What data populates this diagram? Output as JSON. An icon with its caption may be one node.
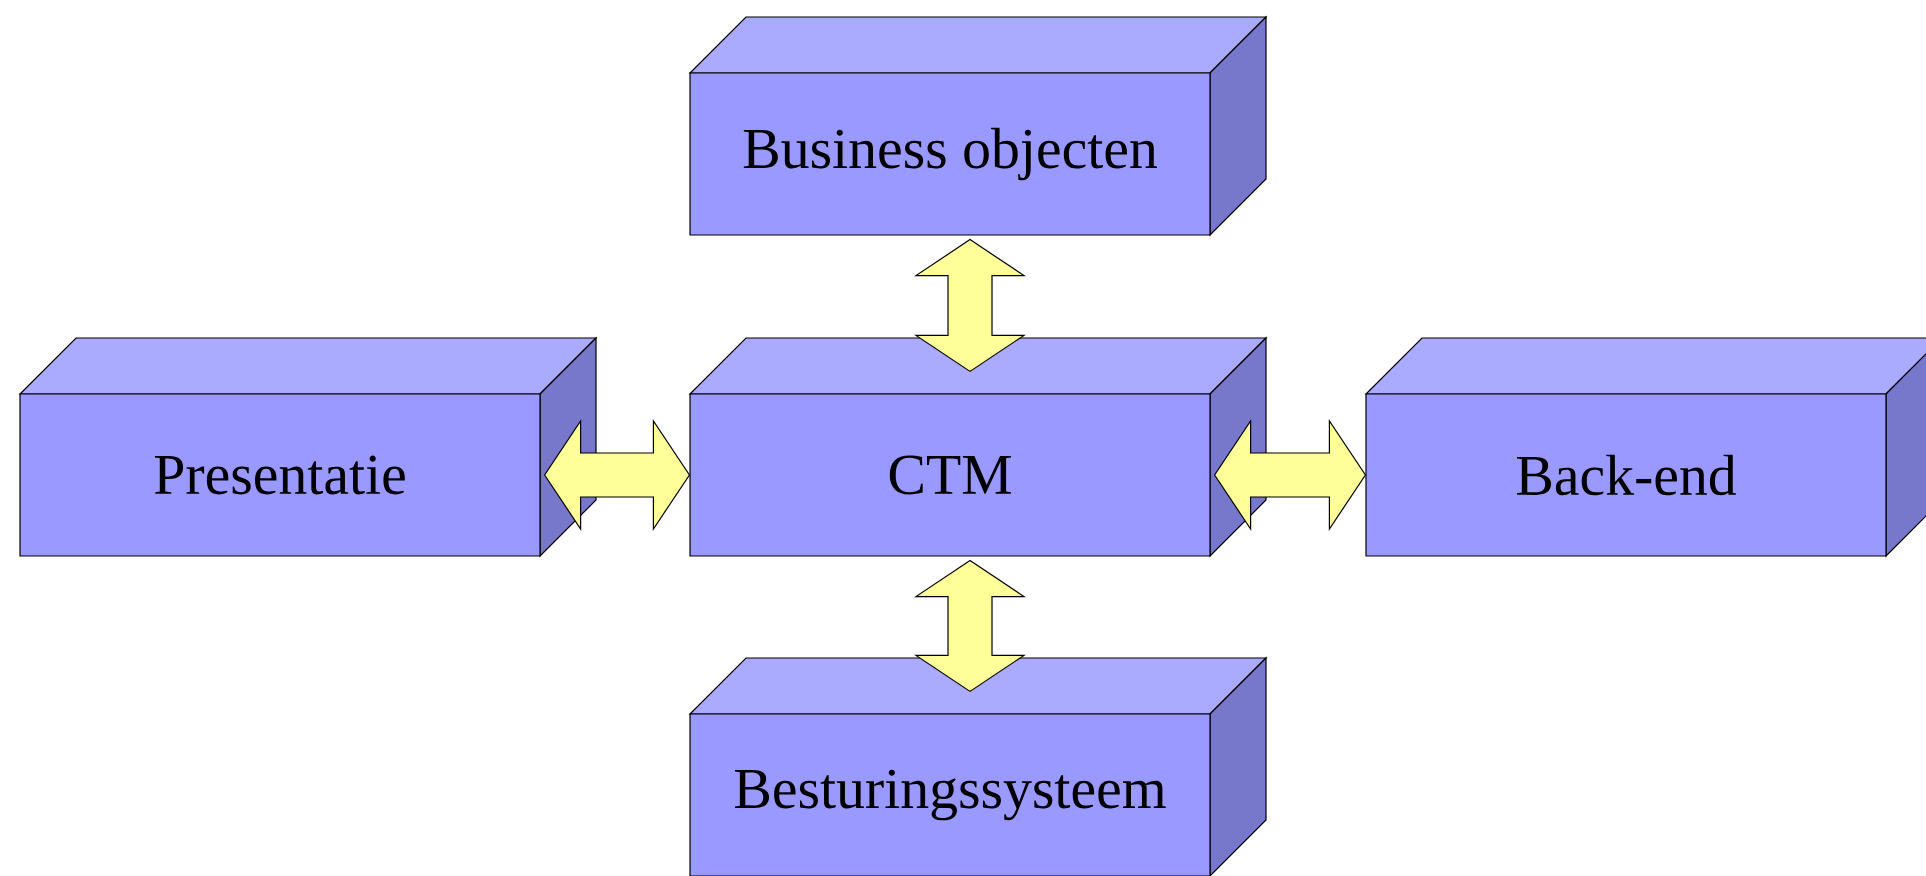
{
  "diagram": {
    "nodes": [
      {
        "text": [
          "Business objecten"
        ]
      },
      {
        "text": [
          "Presentatie"
        ]
      },
      {
        "text": [
          "CTM"
        ]
      },
      {
        "text": [
          "Back-end"
        ]
      },
      {
        "text": [
          "Besturingssysteem"
        ]
      }
    ],
    "edges": [
      {
        "from": 0,
        "to": 2,
        "arrow": "both"
      },
      {
        "from": 1,
        "to": 2,
        "arrow": "both"
      },
      {
        "from": 2,
        "to": 3,
        "arrow": "both"
      },
      {
        "from": 2,
        "to": 4,
        "arrow": "both"
      }
    ]
  }
}
